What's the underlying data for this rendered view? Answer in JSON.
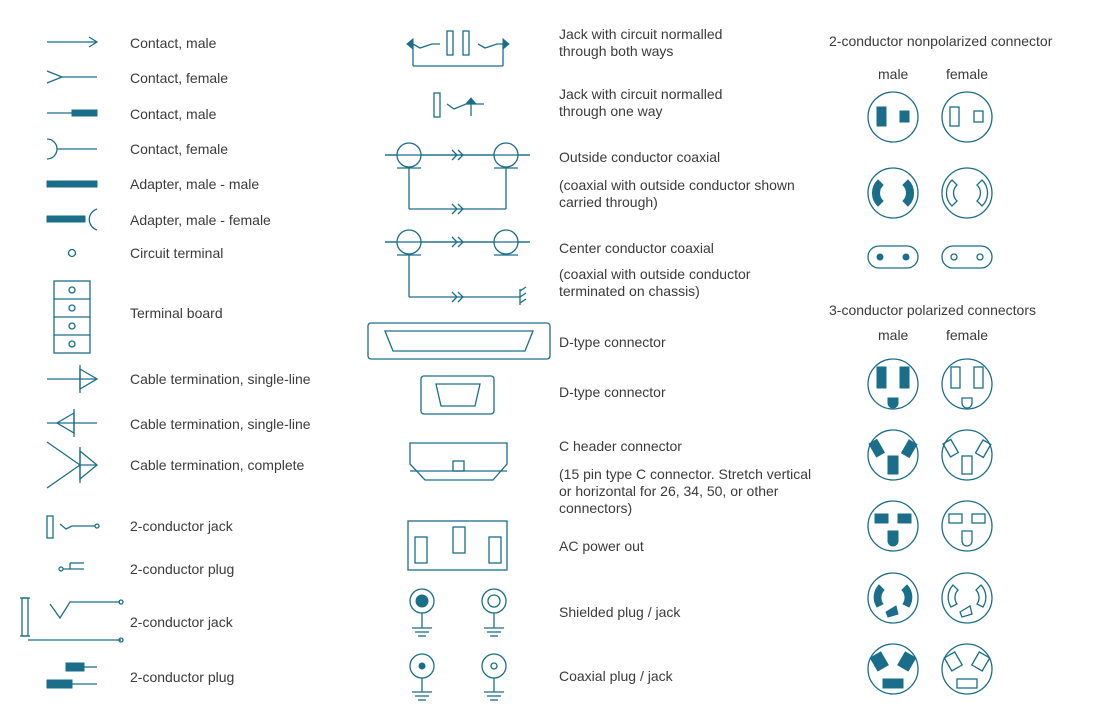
{
  "col1": [
    "Contact, male",
    "Contact, female",
    "Contact, male",
    "Contact, female",
    "Adapter, male - male",
    "Adapter, male - female",
    "Circuit terminal",
    "Terminal board",
    "Cable termination, single-line",
    "Cable termination, single-line",
    "Cable termination, complete",
    "2-conductor jack",
    "2-conductor plug",
    "2-conductor jack",
    "2-conductor plug"
  ],
  "col2": [
    "Jack with circuit normalled\nthrough both ways",
    "Jack with circuit normalled\nthrough one way",
    "Outside conductor coaxial",
    "(coaxial with outside conductor shown\ncarried through)",
    "Center conductor coaxial",
    "(coaxial with outside conductor\nterminated on chassis)",
    "D-type connector",
    "D-type connector",
    "C header connector",
    "(15 pin type C connector. Stretch vertical\nor horizontal for 26, 34, 50, or other\nconnectors)",
    "AC power out",
    "Shielded plug / jack",
    "Coaxial plug / jack"
  ],
  "col3": {
    "nonpolarized_title": "2-conductor nonpolarized connector",
    "polarized_title": "3-conductor polarized connectors",
    "male": "male",
    "female": "female"
  },
  "colors": {
    "symbol": "#1a6e8a",
    "text": "#3b3b3b"
  }
}
